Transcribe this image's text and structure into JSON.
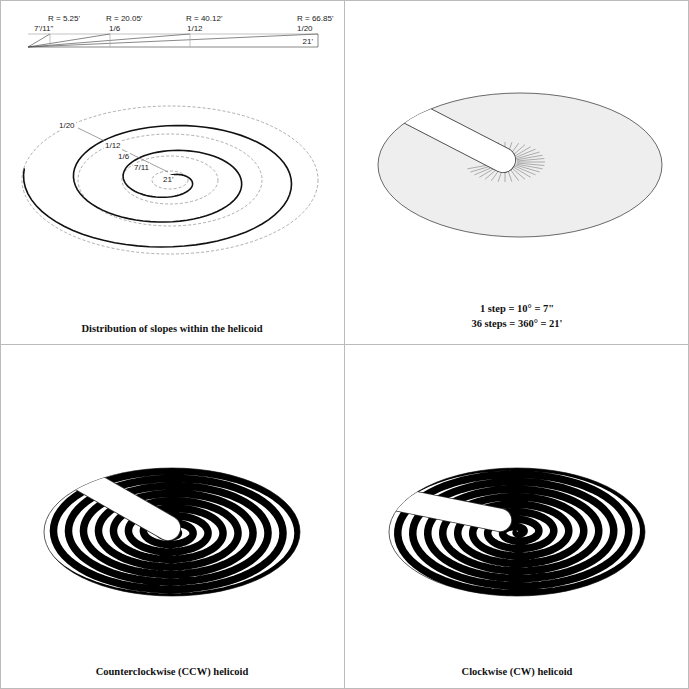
{
  "diagram": {
    "labels": [
      "R = 5.25'",
      "7'/11\"",
      "R = 20.05'",
      "1/6",
      "R = 40.12'",
      "1/12",
      "R = 66.85'",
      "1/20",
      "21'",
      "1/20",
      "1/12",
      "1/6",
      "7/11",
      "21'",
      "Distribution of slopes within the helicoid",
      "1 step = 10° = 7\"",
      "36 steps = 360° = 21'",
      "Counterclockwise (CCW) helicoid",
      "Clockwise (CW) helicoid"
    ]
  }
}
